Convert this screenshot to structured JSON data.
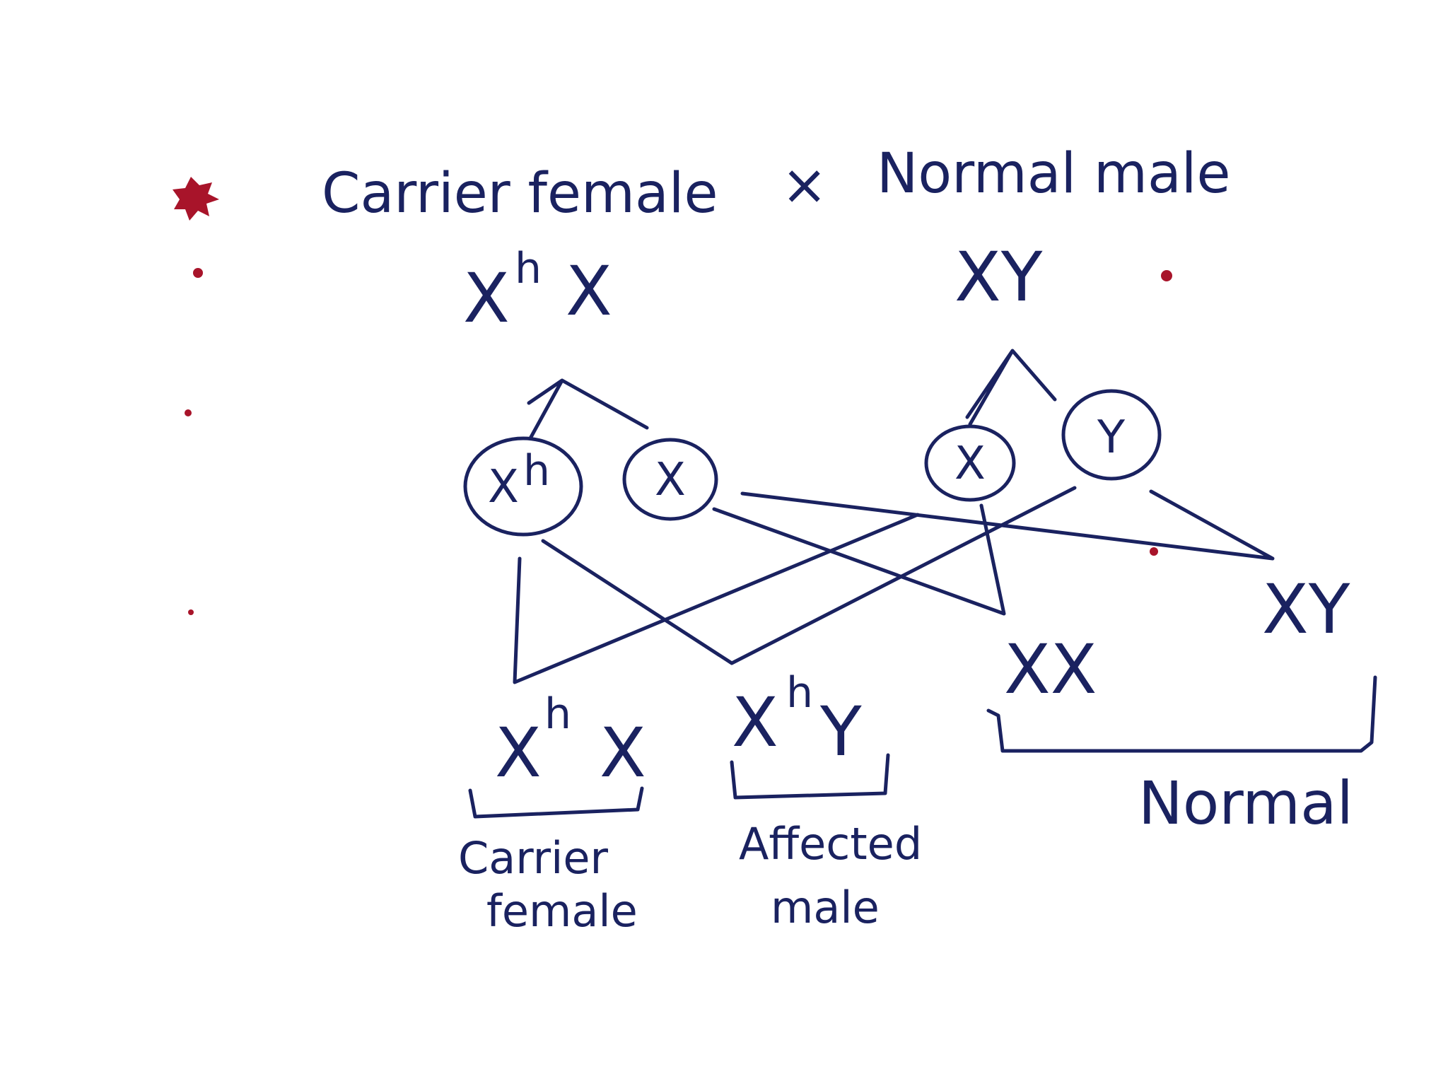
{
  "header": {
    "female": "Carrier female",
    "cross": "×",
    "male": "Normal male"
  },
  "parents": {
    "female": {
      "base": "X",
      "sup": "h",
      "second": "X"
    },
    "male": {
      "text": "XY"
    }
  },
  "gametes": {
    "female_1": {
      "base": "X",
      "sup": "h"
    },
    "female_2": {
      "text": "X"
    },
    "male_1": {
      "text": "X"
    },
    "male_2": {
      "text": "Y"
    }
  },
  "offspring": {
    "o1": {
      "base": "X",
      "sup": "h",
      "second": "X"
    },
    "o2": {
      "base": "X",
      "sup": "h",
      "second": "Y"
    },
    "o3": {
      "text": "XX"
    },
    "o4": {
      "text": "XY"
    }
  },
  "labels": {
    "carrier_line1": "Carrier",
    "carrier_line2": "female",
    "affected_line1": "Affected",
    "affected_line2": "male",
    "normal": "Normal"
  },
  "colors": {
    "ink": "#1a2260",
    "bullet": "#a8142a"
  }
}
